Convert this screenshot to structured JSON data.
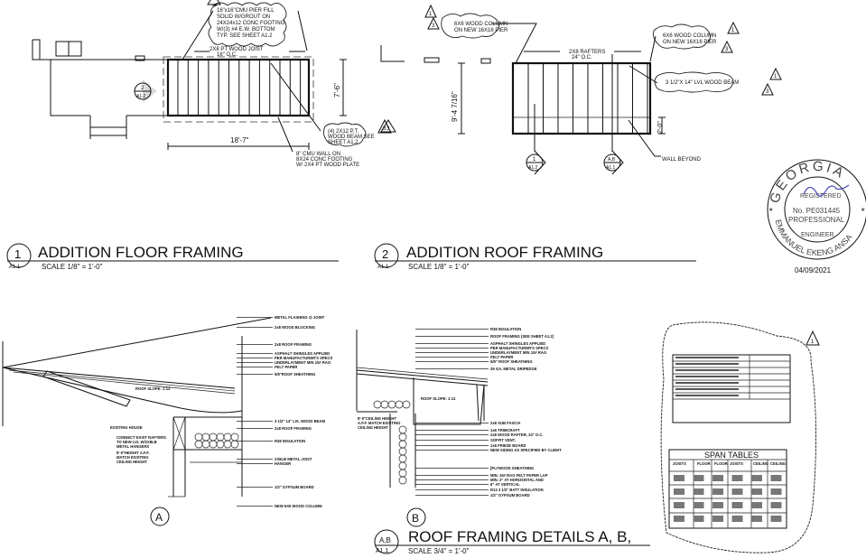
{
  "floor_plan": {
    "pier_callout": [
      "16\"x16\"CMU PIER FILL",
      "SOLID W/GROUT ON",
      "24X24x12 CONC FOOTING",
      "W/(3) #4 E.W. BOTTOM",
      "TYP. SEE SHEET A1.2"
    ],
    "joist_label": [
      "2X8 PT WOOD JOIST",
      "16\" O.C."
    ],
    "beam_callout": [
      "(4) 2X12 P.T.",
      "WOOD BEAM SEE",
      "SHEET A1.2"
    ],
    "wall_note": [
      "8\" CMU WALL ON",
      "8X24 CONC FOOTING",
      "W/ 2X4 PT WOOD PLATE"
    ],
    "dim_length": "18'-7\"",
    "dim_width": "7'-6\"",
    "section_marker": {
      "number": "2",
      "sheet": "A1.2"
    },
    "revision_tag": "3",
    "title": {
      "number": "1",
      "sheet": "A1.1",
      "text": "ADDITION FLOOR FRAMING",
      "scale": "SCALE 1/8\" = 1'-0\""
    }
  },
  "roof_plan": {
    "column_callout_left": [
      "6X6 WOOD COLUMN",
      "ON NEW 16X16 PIER"
    ],
    "column_callout_right": [
      "6X6 WOOD COLUMN",
      "ON NEW 16X16 PIER"
    ],
    "rafters_label": [
      "2X8 RAFTERS",
      "24\" O.C."
    ],
    "beam_callout": "3 1/2\"X 14\" LVL WOOD BEAM",
    "wall_beyond": "WALL BEYOND",
    "dim_depth": "9'-4 7/16\"",
    "dim_overhang": "2'-0\"",
    "section_markers": [
      {
        "number": "1",
        "sheet": "A1.2"
      },
      {
        "number": "A,B",
        "sheet": "A1.1"
      }
    ],
    "revision_tags": [
      "1",
      "3"
    ],
    "title": {
      "number": "2",
      "sheet": "A1.1",
      "text": "ADDITION ROOF FRAMING",
      "scale": "SCALE 1/8\" = 1'-0\""
    }
  },
  "seal": {
    "state": "GEORGIA",
    "registered": "REGISTERED",
    "license": "No. PE031445",
    "type": "PROFESSIONAL",
    "engineer": "ENGINEER",
    "name": "EMMANUEL EKENG ANSA",
    "date": "04/09/2021"
  },
  "detail_a": {
    "label": "A",
    "roof_slope": "ROOF SLOPE: 1:12",
    "existing_house": "EXISTING HOUSE",
    "notes_left": [
      "CONNECT EXIST RAFTERS",
      "TO NEW LVL W/2X8LB",
      "METAL HANGERS",
      "8'-0\"HEIGHT A.F.F.",
      "MATCH EXISTING",
      "CEILING HEIGHT"
    ],
    "notes_right": [
      "METAL FLASHING @ JOINT",
      "2x8 WOOD BLOCKING",
      "2x8 ROOF FRAMING",
      "ASPHALT SHINGLES APPLIED",
      "PER MANUFACTURER'S SPECS",
      "UNDERLAYMENT MIN 15# RAG",
      "FELT PAPER",
      "5/8\"ROOF SHEATHING",
      "3 1/2\" 14\" LVL WOOD BEAM",
      "2x8 ROOF FRAMING",
      "R38 INSULATION",
      "2X8LB METAL JOIST",
      "HANGER",
      "1/2\" GYPSUM BOARD",
      "NEW 6X6 WOOD COLUMN"
    ]
  },
  "detail_b": {
    "label": "B",
    "roof_slope": "ROOF SLOPE: 1:12",
    "ceiling_note": [
      "8'-0\"CEILING HEIGHT",
      "A.F.F. MATCH EXISTING",
      "CEILING HEIGHT"
    ],
    "notes": [
      "R38 INSULATION",
      "ROOF FRAMING (SEE SHEET A1.2)",
      "ASPHALT SHINGLES APPLIED",
      "PER MANUFACTURER'S SPECS",
      "UNDERLAYMENT MIN 15# RAG",
      "FELT PAPER",
      "5/8\" ROOF SHEATHING",
      "26 GA. METAL DRIPEDGE",
      "2x8 SUB FASCIA",
      "1x6 TRIMCRAFT",
      "2x8 WOOD RAFTER, 24\" O.C.",
      "SOFFIT VENT.",
      "1x6 FRIEZE BOARD",
      "NEW SIDING AS SPECIFIED BY CLIENT",
      "[PLYWOOD SHEATHING",
      "MIN. 15# RAG FELT PAPER LAP",
      "MIN. 2\" AT HORIZONTAL AND",
      "6\" AT VERTICAL",
      "R13 3 1/2\" BATT INSULATION",
      "1/2\" GYPSUM BOARD"
    ]
  },
  "details_title": {
    "number": "A,B",
    "sheet": "A1.1",
    "text": "ROOF FRAMING DETAILS A, B,",
    "scale": "SCALE 3/4\" = 1'-0\""
  },
  "span_tables": {
    "title": "SPAN TABLES",
    "headers": [
      "JOISTS",
      "FLOOR",
      "FLOOR",
      "JOISTS",
      "CEILING",
      "CEILING"
    ],
    "revision_tag": "1"
  }
}
